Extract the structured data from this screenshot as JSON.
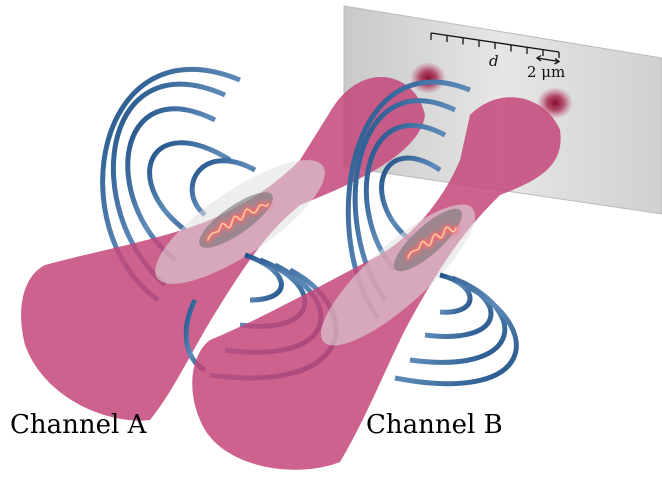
{
  "captions": {
    "channel_a": "Channel A",
    "channel_b": "Channel B"
  },
  "screen": {
    "distance_label": "d",
    "scale_label": "2 μm"
  },
  "colors": {
    "beam": "#c44a7a",
    "beam_waist": "#d6d6d6",
    "ring": "#2f5f93",
    "ring_highlight": "#dbe6f2",
    "emission": "#ff5a5a",
    "spot": "#8c1030",
    "screen": "#e4e4e4"
  }
}
